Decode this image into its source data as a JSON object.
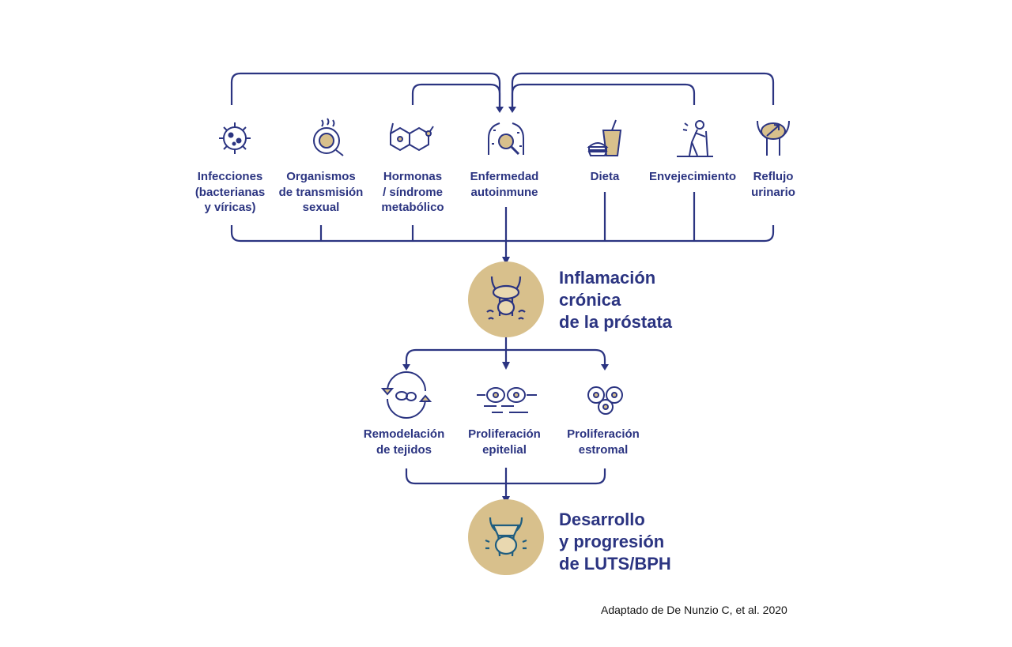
{
  "colors": {
    "navy": "#2b3481",
    "gold": "#d8c08c",
    "teal": "#1e5d80",
    "cream": "#e9d8b0"
  },
  "causes": [
    {
      "label": "Infecciones\n(bacterianas\ny víricas)",
      "icon": "virus-icon"
    },
    {
      "label": "Organismos\nde transmisión\nsexual",
      "icon": "petri-dish-icon"
    },
    {
      "label": "Hormonas\n/ síndrome\nmetabólico",
      "icon": "hormone-molecule-icon"
    },
    {
      "label": "Enfermedad\nautoinmune",
      "icon": "autoimmune-body-icon"
    },
    {
      "label": "Dieta",
      "icon": "diet-food-icon"
    },
    {
      "label": "Envejecimiento",
      "icon": "elderly-person-icon"
    },
    {
      "label": "Reflujo\nurinario",
      "icon": "urinary-reflux-icon"
    }
  ],
  "central": {
    "title": "Inflamación\ncrónica\nde la próstata",
    "icon": "inflamed-prostate-icon"
  },
  "effects": [
    {
      "label": "Remodelación\nde tejidos",
      "icon": "tissue-remodeling-icon"
    },
    {
      "label": "Proliferación\nepitelial",
      "icon": "epithelial-cells-icon"
    },
    {
      "label": "Proliferación\nestromal",
      "icon": "stromal-cells-icon"
    }
  ],
  "outcome": {
    "title": "Desarrollo\ny progresión\nde LUTS/BPH",
    "icon": "enlarged-prostate-icon"
  },
  "credit": "Adaptado de De Nunzio C, et al. 2020"
}
